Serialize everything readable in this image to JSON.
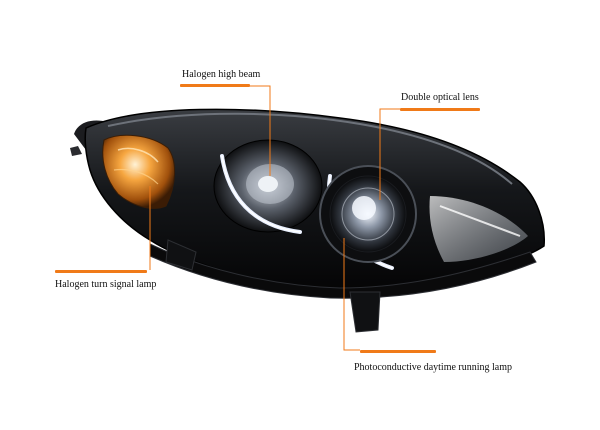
{
  "accent_color": "#f07a18",
  "callouts": {
    "high_beam": "Halogen high beam",
    "optical_lens": "Double optical lens",
    "turn_signal": "Halogen turn signal lamp",
    "drl": "Photoconductive daytime running lamp"
  }
}
